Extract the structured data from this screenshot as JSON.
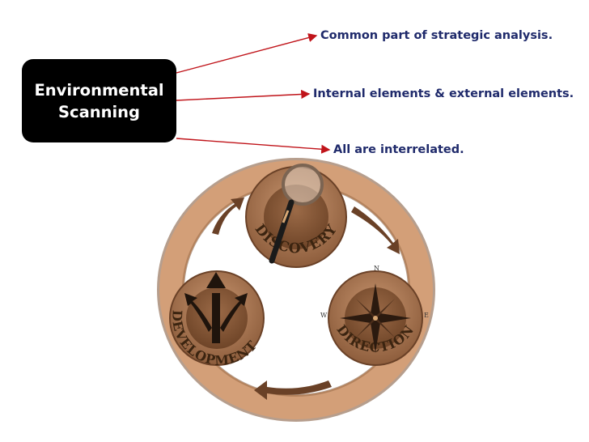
{
  "box": {
    "line1": "Environmental",
    "line2": "Scanning"
  },
  "points": [
    "Common part of strategic analysis.",
    "Internal elements & external elements.",
    "All are interrelated."
  ],
  "cycle": {
    "stage_top": "DISCOVERY",
    "stage_right": "DIRECTION",
    "stage_left": "DEVELOPMENT",
    "compass_n": "N",
    "compass_e": "E",
    "compass_w": "W"
  },
  "colors": {
    "box_bg": "#000000",
    "point_text": "#1f2a6b",
    "arrow": "#c0141a",
    "ring": "#c8946a",
    "medallion": "#a7764f"
  },
  "icons": [
    "magnifier-icon",
    "compass-rose-icon",
    "branching-arrows-icon",
    "cycle-arrow-icon"
  ]
}
